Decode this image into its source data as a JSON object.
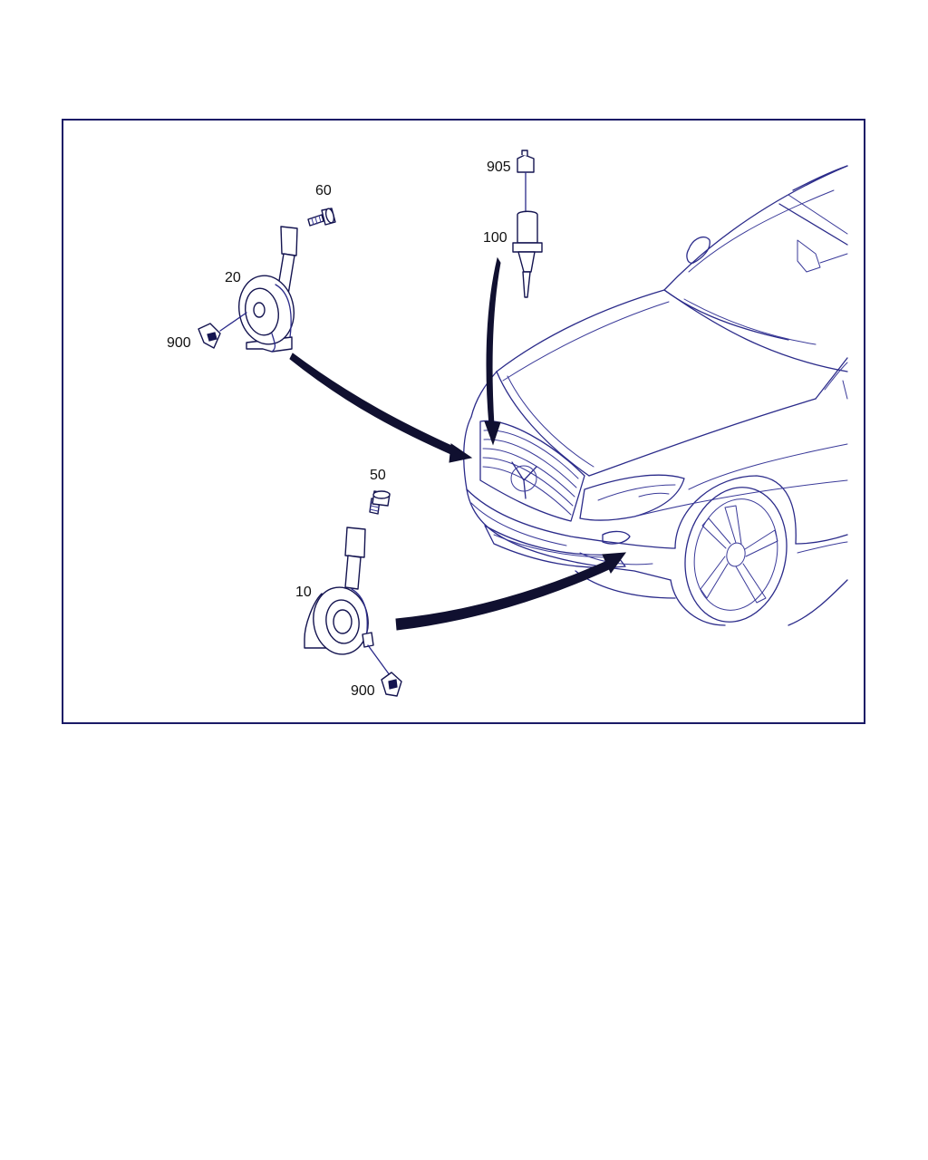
{
  "labels": {
    "item_905": "905",
    "item_100": "100",
    "item_60": "60",
    "item_20": "20",
    "item_900_upper": "900",
    "item_50": "50",
    "item_10": "10",
    "item_900_lower": "900"
  },
  "colors": {
    "line": "#2b2b8a",
    "frame": "#1a1a66",
    "arrow": "#101030",
    "text": "#111111"
  }
}
